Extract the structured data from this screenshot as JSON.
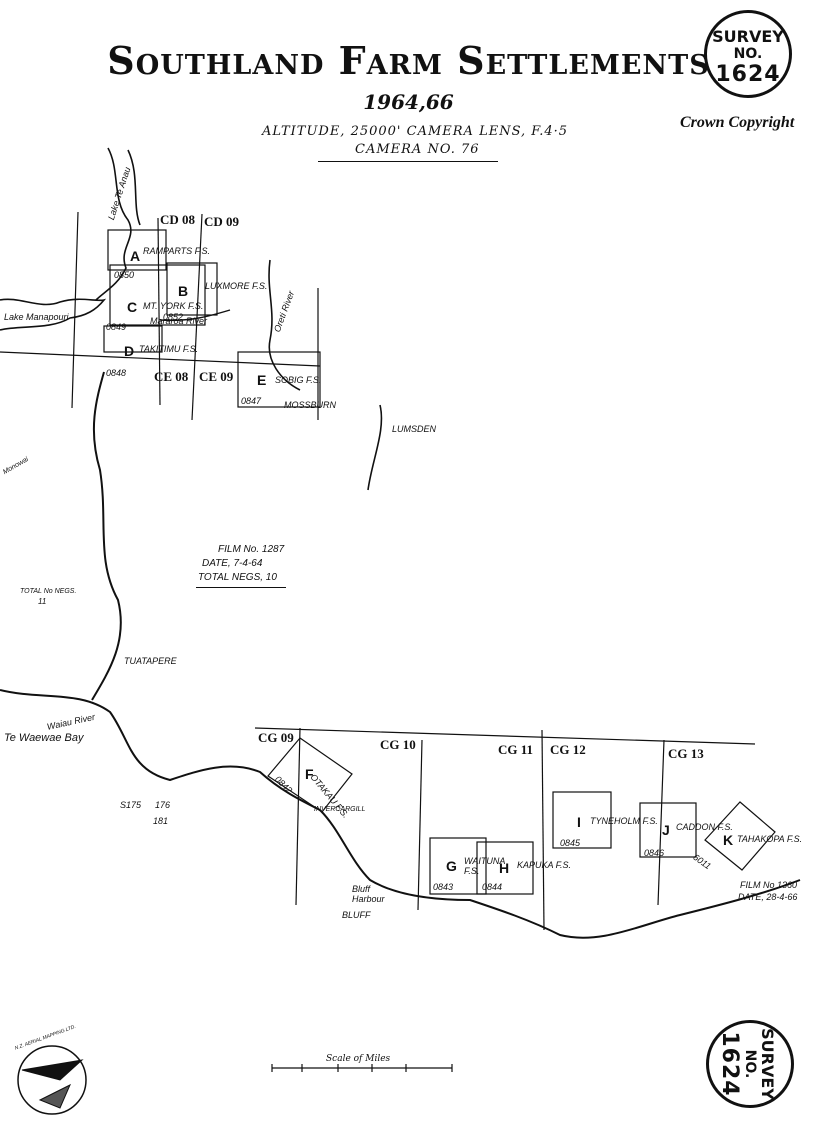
{
  "header": {
    "title": "Southland Farm Settlements",
    "years": "1964,66",
    "altitude_line": "ALTITUDE, 25000'   CAMERA LENS, F.4·5",
    "camera_line": "CAMERA NO. 76",
    "copyright": "Crown Copyright",
    "badge": {
      "l1": "SURVEY",
      "l2": "NO.",
      "l3": "1624"
    }
  },
  "grid_labels": {
    "cd08": "CD 08",
    "cd09": "CD 09",
    "ce08": "CE 08",
    "ce09": "CE 09",
    "cg09": "CG 09",
    "cg10": "CG 10",
    "cg11": "CG 11",
    "cg12": "CG 12",
    "cg13": "CG 13"
  },
  "settlements": {
    "a": {
      "letter": "A",
      "name": "RAMPARTS F.S.",
      "neg": "0850"
    },
    "b": {
      "letter": "B",
      "name": "LUXMORE F.S."
    },
    "c": {
      "letter": "C",
      "name": "MT. YORK F.S.",
      "neg": "0852",
      "neg2": "0849"
    },
    "d": {
      "letter": "D",
      "name": "TAKITIMU F.S.",
      "neg": "0848"
    },
    "e": {
      "letter": "E",
      "name": "SOBIG F.S.",
      "neg": "0847"
    },
    "f": {
      "letter": "F",
      "name": "OTAKAU F.S.",
      "neg": "0842"
    },
    "g": {
      "letter": "G",
      "name": "WAITUNA F.S.",
      "neg": "0843"
    },
    "h": {
      "letter": "H",
      "name": "KAPUKA F.S.",
      "neg": "0844"
    },
    "i": {
      "letter": "I",
      "name": "TYNEHOLM F.S.",
      "neg": "0845"
    },
    "j": {
      "letter": "J",
      "name": "CADDON F.S.",
      "neg": "0846"
    },
    "k": {
      "letter": "K",
      "name": "TAHAKOPA F.S.",
      "neg": "6011"
    }
  },
  "places": {
    "lake_te_anau": "Lake Te Anau",
    "lake_manapouri": "Lake Manapouri",
    "mararoa": "Mararoa River",
    "oreti": "Oreti River",
    "mossburn": "MOSSBURN",
    "lumsden": "LUMSDEN",
    "tuatapere": "TUATAPERE",
    "waiau": "Waiau River",
    "te_waewae": "Te Waewae Bay",
    "invercargill": "INVERCARGILL",
    "bluff_harbour": "Bluff Harbour",
    "bluff": "BLUFF",
    "monowai": "Monowai"
  },
  "film_1": {
    "line1": "FILM No. 1287",
    "line2": "DATE, 7-4-64",
    "line3": "TOTAL NEGS, 10"
  },
  "film_2": {
    "line1": "FILM No 1360",
    "line2": "DATE, 28-4-66"
  },
  "total_negs": {
    "label": "TOTAL No NEGS.",
    "value": "11"
  },
  "s_refs": {
    "a": "S175",
    "b": "176",
    "c": "181"
  },
  "scale_label": "Scale of Miles",
  "logo_text": "N.Z. AERIAL MAPPING LTD."
}
